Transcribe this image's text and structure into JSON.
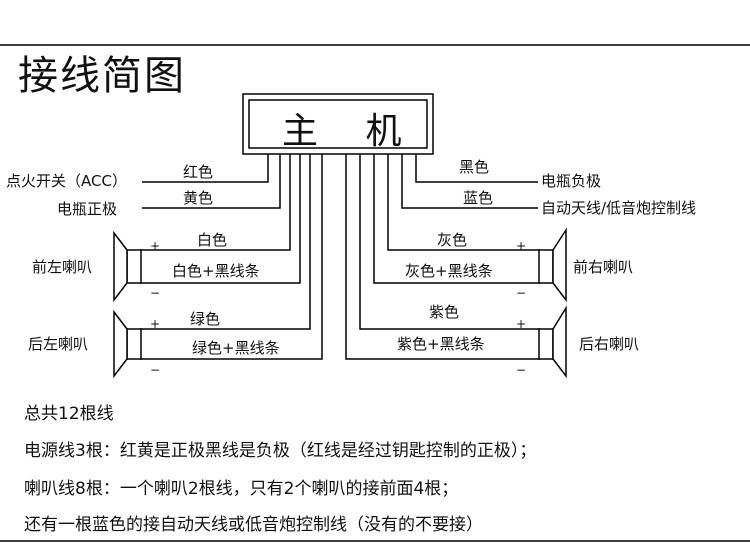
{
  "title": "接线简图",
  "host_unit": "主 机",
  "left_labels": {
    "acc": "点火开关（ACC）",
    "battery_positive": "电瓶正极",
    "front_left": "前左喇叭",
    "rear_left": "后左喇叭"
  },
  "right_labels": {
    "battery_negative": "电瓶负极",
    "antenna": "自动天线/低音炮控制线",
    "front_right": "前右喇叭",
    "rear_right": "后右喇叭"
  },
  "wire_colors": {
    "red": "红色",
    "yellow": "黄色",
    "black": "黑色",
    "blue": "蓝色",
    "white": "白色",
    "white_black": "白色+黑线条",
    "gray": "灰色",
    "gray_black": "灰色+黑线条",
    "green": "绿色",
    "green_black": "绿色+黑线条",
    "purple": "紫色",
    "purple_black": "紫色+黑线条"
  },
  "polarity": {
    "plus": "+",
    "minus": "−"
  },
  "notes": [
    "总共12根线",
    "电源线3根：红黄是正极黑线是负极（红线是经过钥匙控制的正极）；",
    "喇叭线8根：一个喇叭2根线，只有2个喇叭的接前面4根；",
    "还有一根蓝色的接自动天线或低音炮控制线（没有的不要接）"
  ]
}
